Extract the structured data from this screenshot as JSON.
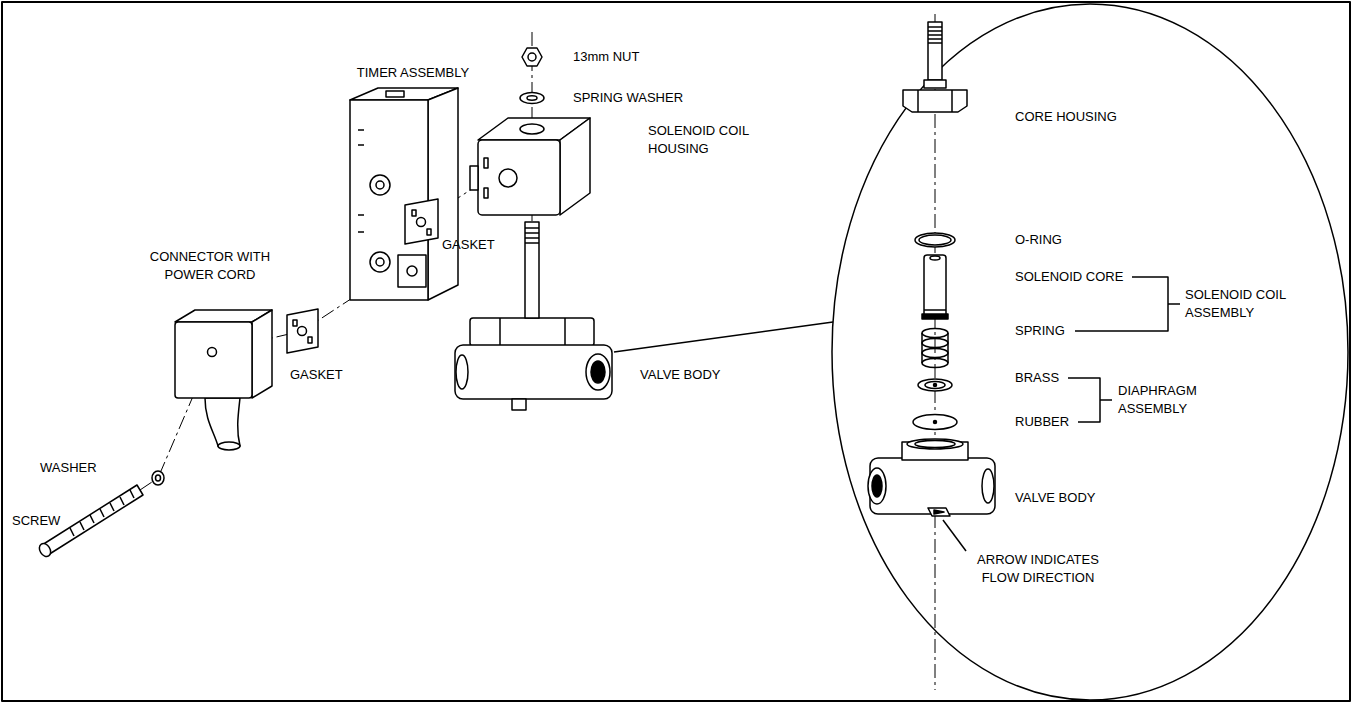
{
  "diagram": {
    "labels": [
      "13mm NUT",
      "SPRING WASHER",
      "TIMER ASSEMBLY",
      "SOLENOID COIL HOUSING",
      "GASKET",
      "CONNECTOR WITH POWER CORD",
      "VALVE BODY",
      "GASKET",
      "WASHER",
      "SCREW",
      "CORE HOUSING",
      "O-RING",
      "SOLENOID CORE",
      "SOLENOID COIL ASSEMBLY",
      "SPRING",
      "BRASS",
      "DIAPHRAGM ASSEMBLY",
      "RUBBER",
      "VALVE BODY",
      "ARROW INDICATES FLOW DIRECTION"
    ]
  }
}
